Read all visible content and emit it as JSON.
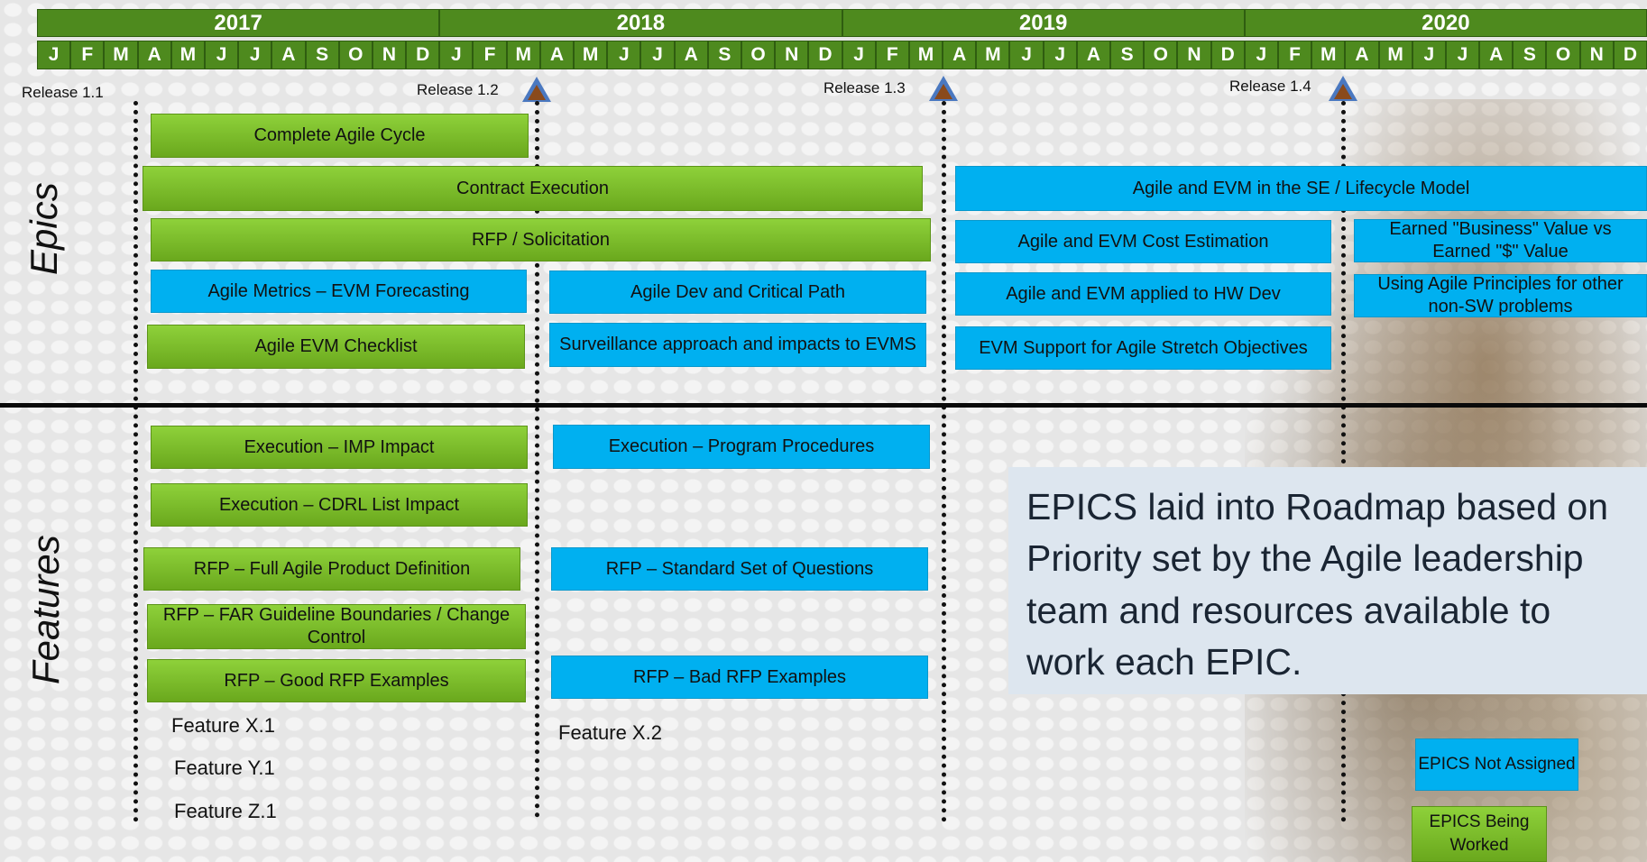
{
  "years": [
    "2017",
    "2018",
    "2019",
    "2020"
  ],
  "months": [
    "J",
    "F",
    "M",
    "A",
    "M",
    "J",
    "J",
    "A",
    "S",
    "O",
    "N",
    "D",
    "J",
    "F",
    "M",
    "A",
    "M",
    "J",
    "J",
    "A",
    "S",
    "O",
    "N",
    "D",
    "J",
    "F",
    "M",
    "A",
    "M",
    "J",
    "J",
    "A",
    "S",
    "O",
    "N",
    "D",
    "J",
    "F",
    "M",
    "A",
    "M",
    "J",
    "J",
    "A",
    "S",
    "O",
    "N",
    "D"
  ],
  "releases": [
    "Release 1.1",
    "Release 1.2",
    "Release 1.3",
    "Release 1.4"
  ],
  "sections": {
    "epics": "Epics",
    "features": "Features"
  },
  "epics": [
    "Complete Agile Cycle",
    "Contract Execution",
    "Agile and EVM in the SE / Lifecycle Model",
    "RFP / Solicitation",
    "Agile and EVM Cost Estimation",
    "Earned \"Business\" Value vs Earned \"$\" Value",
    "Agile Metrics – EVM Forecasting",
    "Agile Dev and Critical Path",
    "Agile and EVM applied to HW Dev",
    "Using Agile Principles for other non-SW problems",
    "Agile EVM Checklist",
    "Surveillance approach and  impacts to EVMS",
    "EVM Support for Agile Stretch Objectives"
  ],
  "features": [
    "Execution – IMP Impact",
    "Execution – Program Procedures",
    "Execution – CDRL List Impact",
    "RFP – Full Agile Product Definition",
    "RFP – Standard Set of Questions",
    "RFP –  FAR Guideline Boundaries / Change Control",
    "RFP – Good RFP Examples",
    "RFP – Bad RFP Examples",
    "Feature X.1",
    "Feature Y.1",
    "Feature Z.1",
    "Feature X.2"
  ],
  "callout": "EPICS laid into Roadmap based on Priority set by the Agile leadership team and resources available to work each EPIC.",
  "legend": {
    "not_assigned": "EPICS  Not Assigned",
    "being_worked": "EPICS Being Worked"
  },
  "colors": {
    "green": "#7cbf2a",
    "blue": "#00b0f0",
    "header": "#4e8a1e"
  }
}
